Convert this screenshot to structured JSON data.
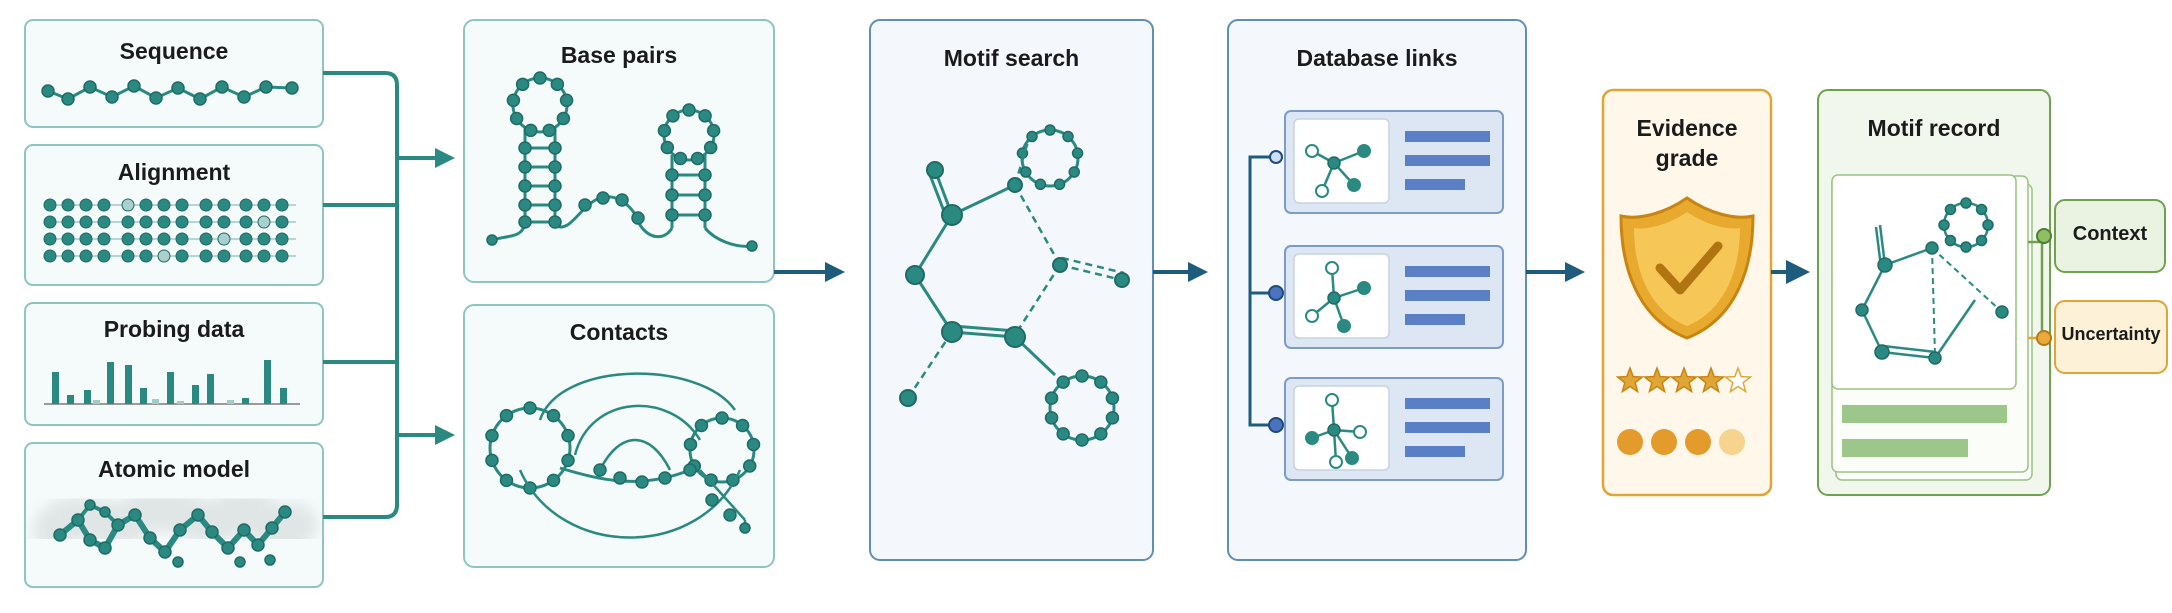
{
  "inputs": {
    "sequence": "Sequence",
    "alignment": "Alignment",
    "probing": "Probing data",
    "atomic": "Atomic model"
  },
  "features": {
    "base_pairs": "Base pairs",
    "contacts": "Contacts"
  },
  "motif_search": {
    "title": "Motif search"
  },
  "database_links": {
    "title": "Database links"
  },
  "evidence": {
    "title_line1": "Evidence",
    "title_line2": "grade",
    "stars_filled": 4,
    "stars_total": 5,
    "dots_filled": 3,
    "dots_total": 4
  },
  "record": {
    "title": "Motif record",
    "context": "Context",
    "uncertainty": "Uncertainty"
  },
  "colors": {
    "teal": "#2a8a82",
    "teal_dark": "#1f6b66",
    "navy": "#1d5c7c",
    "db_blue": "#5b7fc4",
    "orange": "#e0a537",
    "green": "#6fa24f"
  }
}
